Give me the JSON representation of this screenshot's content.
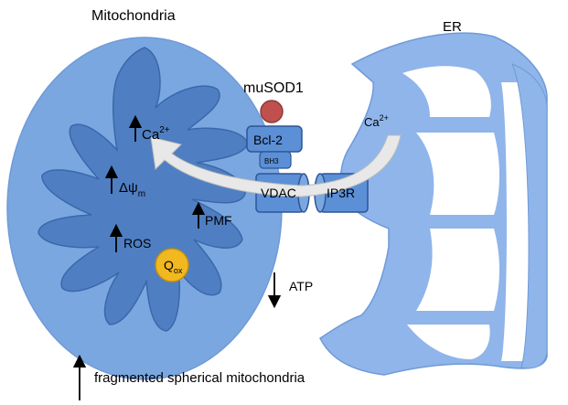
{
  "labels": {
    "mitochondria": "Mitochondria",
    "er": "ER",
    "musod1": "muSOD1",
    "bcl2": "Bcl-2",
    "bh3": "BH3",
    "vdac": "VDAC",
    "ip3r": "IP3R",
    "ca_er": "Ca",
    "ca_er_sup": "2+",
    "ca_mito": "Ca",
    "ca_mito_sup": "2+",
    "psi_delta": "Δψ",
    "psi_sub": "m",
    "ros": "ROS",
    "pmf": "PMF",
    "qox_q": "Q",
    "qox_sub": "ox",
    "atp": "ATP",
    "fragmented": "fragmented spherical mitochondria"
  },
  "colors": {
    "outer_membrane": "#7ba7e0",
    "matrix": "#4f7fc2",
    "er_fill": "#8fb5ea",
    "channel": "#5b8fd6",
    "musod1": "#c0504d",
    "qox": "#f2b820",
    "ca_arrow": "#e8e8e8",
    "outline": "#2f5597"
  },
  "directions": {
    "ca_mito": "up",
    "psi": "up",
    "ros": "up",
    "pmf": "up",
    "atp": "down",
    "fragmented": "up"
  }
}
